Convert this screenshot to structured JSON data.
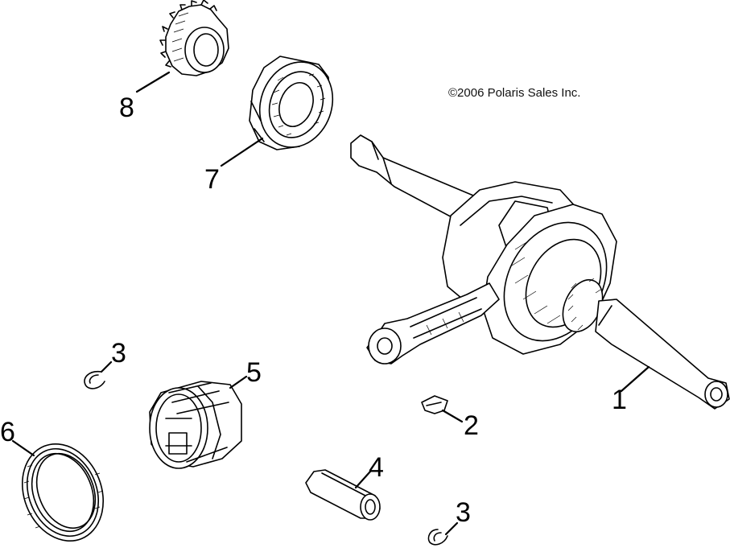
{
  "copyright": "©2006 Polaris Sales Inc.",
  "callouts": {
    "crankshaft": "1",
    "key": "2",
    "circlip_upper": "3",
    "circlip_lower": "3",
    "wrist_pin": "4",
    "piston": "5",
    "piston_rings": "6",
    "bearing": "7",
    "gear": "8"
  }
}
